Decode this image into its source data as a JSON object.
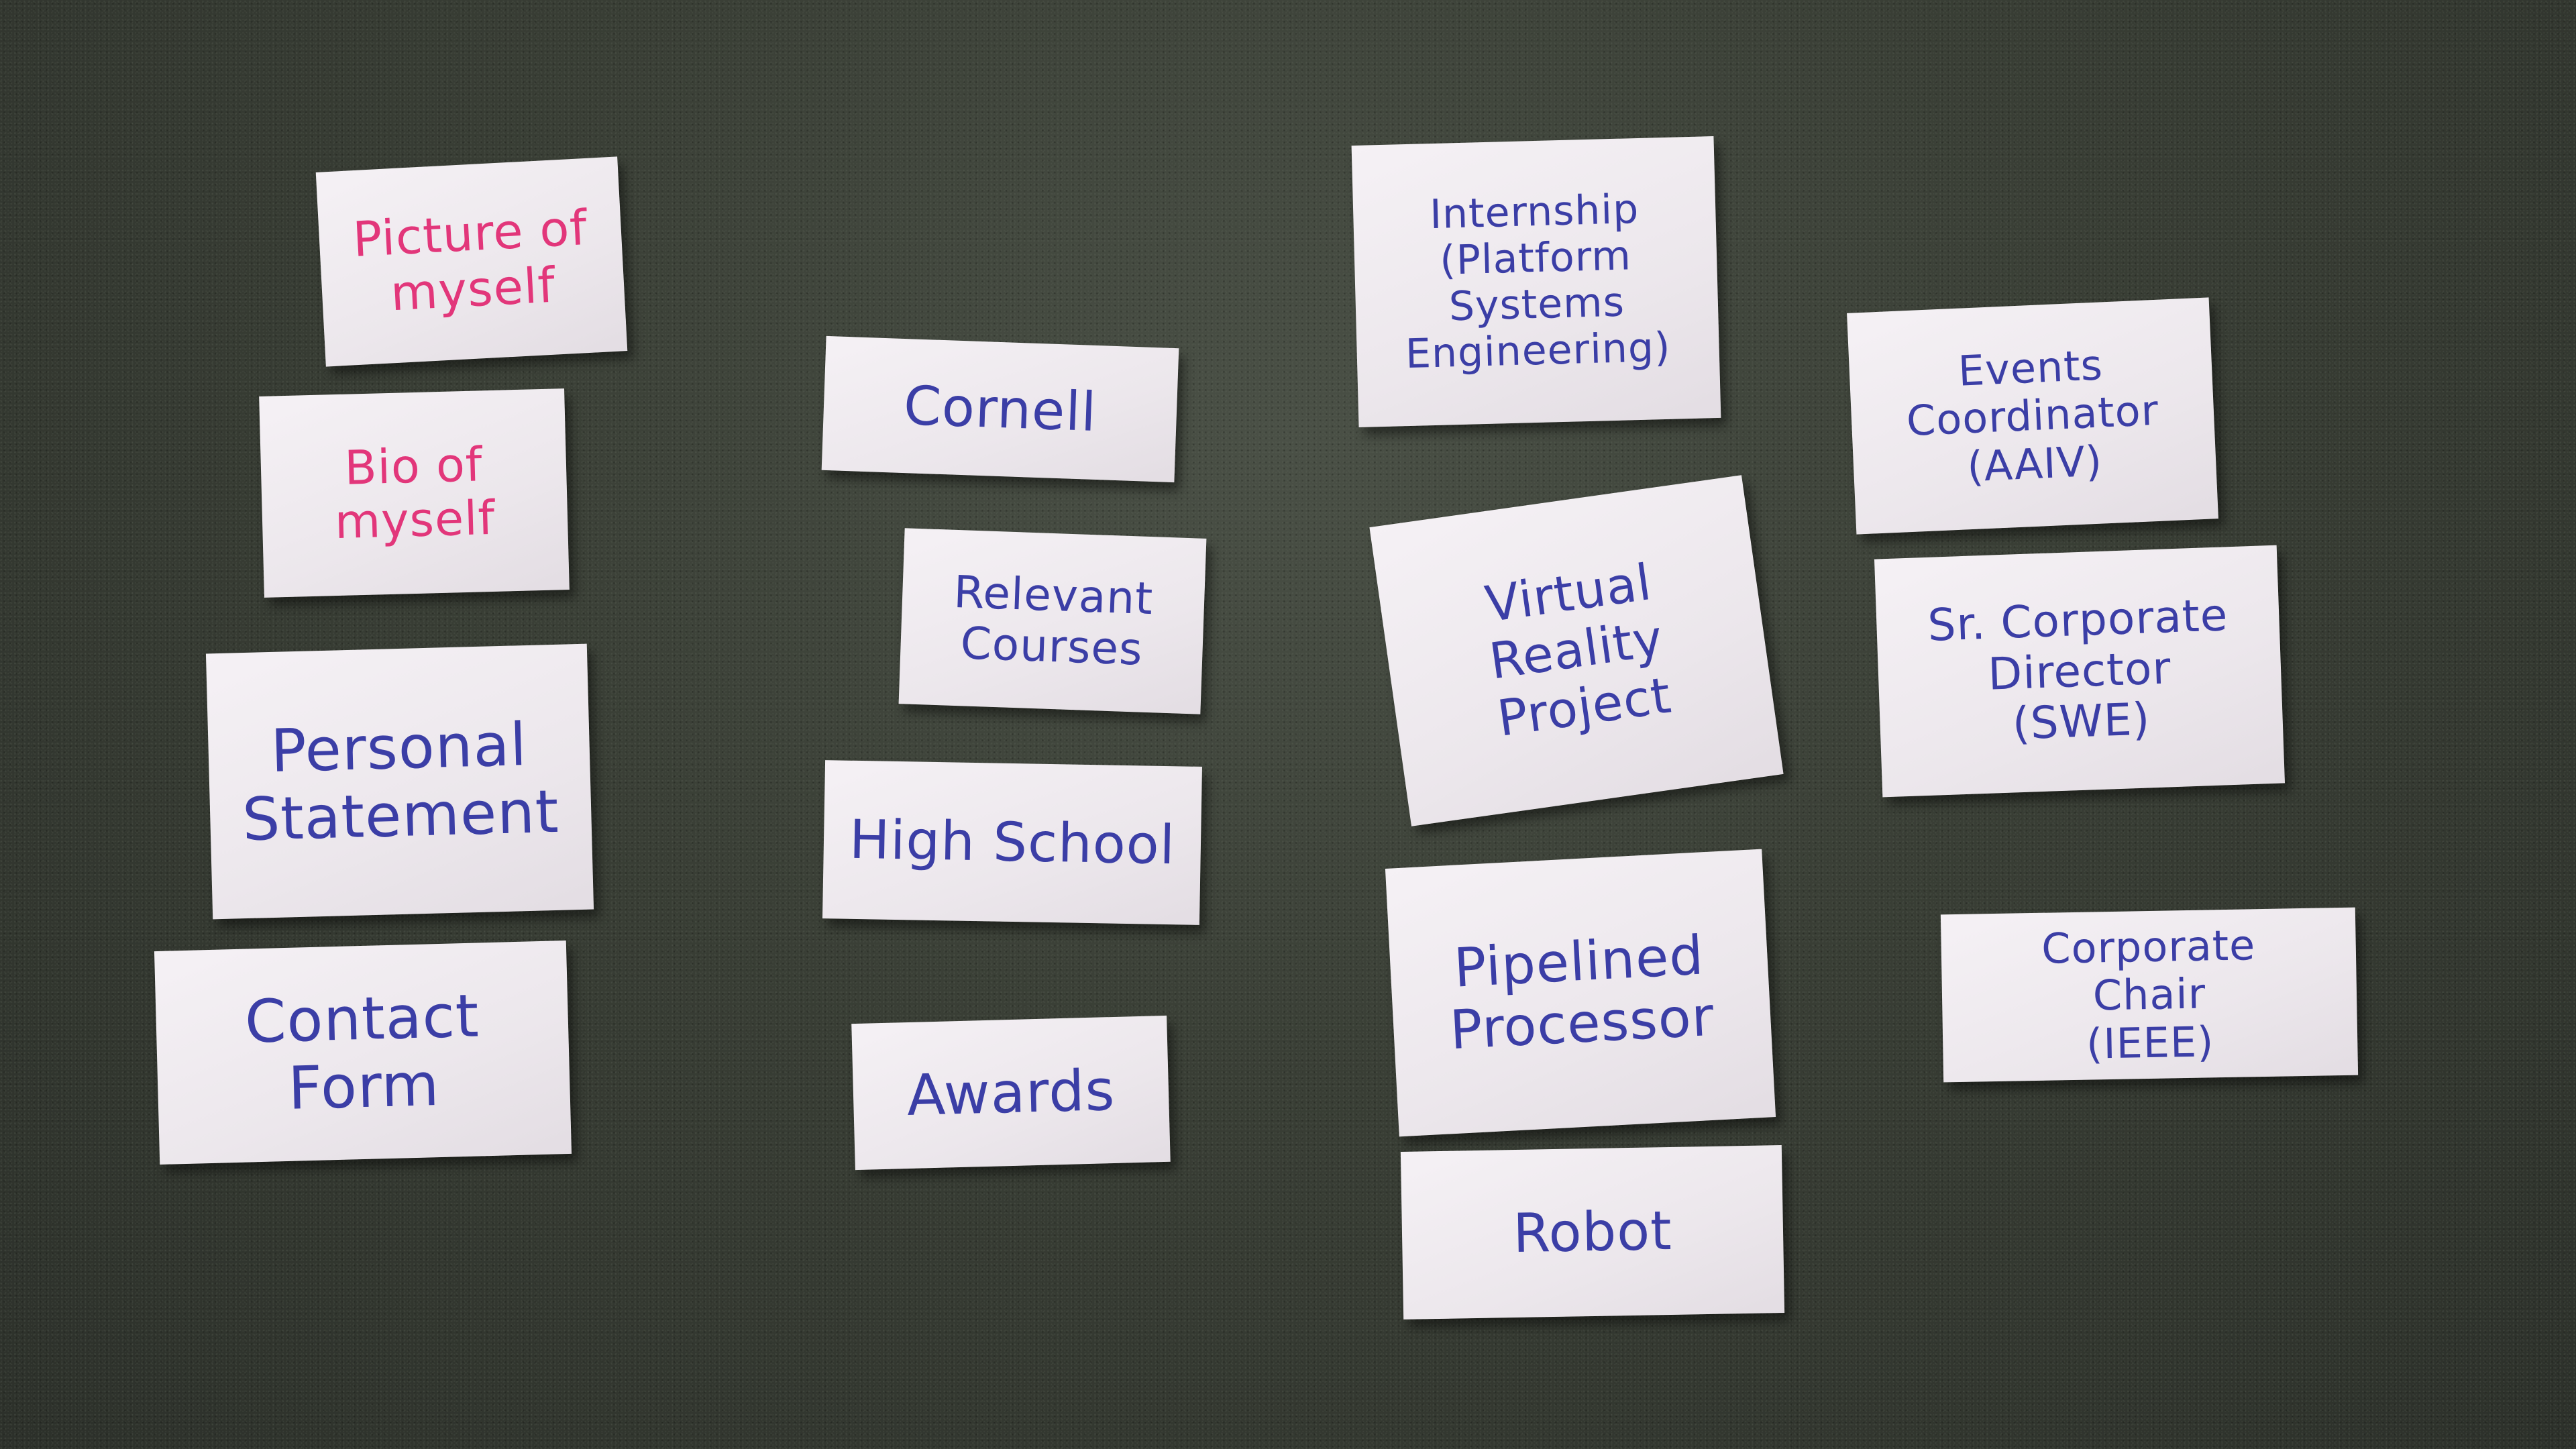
{
  "notes": {
    "picture": "Picture of\nmyself",
    "bio": "Bio of\nmyself",
    "personal": "Personal\nStatement",
    "contact": "Contact\nForm",
    "cornell": "Cornell",
    "courses": "Relevant\nCourses",
    "highschool": "High School",
    "awards": "Awards",
    "internship": "Internship\n(Platform\nSystems\nEngineering)",
    "vr": "Virtual\nReality\nProject",
    "processor": "Pipelined\nProcessor",
    "robot": "Robot",
    "events": "Events\nCoordinator\n(AAIV)",
    "swe": "Sr. Corporate\nDirector\n(SWE)",
    "ieee": "Corporate\nChair\n(IEEE)"
  },
  "colors": {
    "pink_ink": "#e2367a",
    "blue_ink": "#3b3ea6",
    "paper": "#efeaef",
    "desk": "#34392f"
  }
}
